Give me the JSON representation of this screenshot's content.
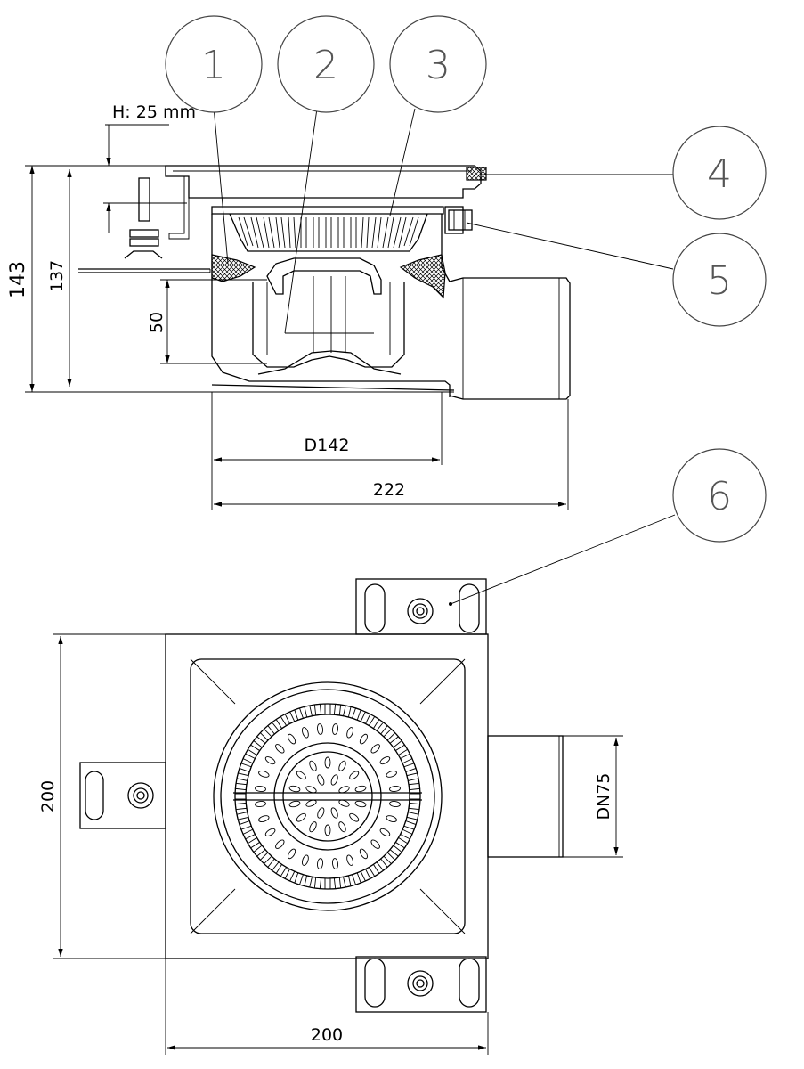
{
  "side_view": {
    "height_total": "143",
    "height_inner": "137",
    "trap_depth": "50",
    "flange_height": "H: 25 mm",
    "body_diameter": "D142",
    "overall_length": "222"
  },
  "top_view": {
    "width": "200",
    "height": "200",
    "outlet": "DN75"
  },
  "callouts": [
    "1",
    "2",
    "3",
    "4",
    "5",
    "6"
  ]
}
